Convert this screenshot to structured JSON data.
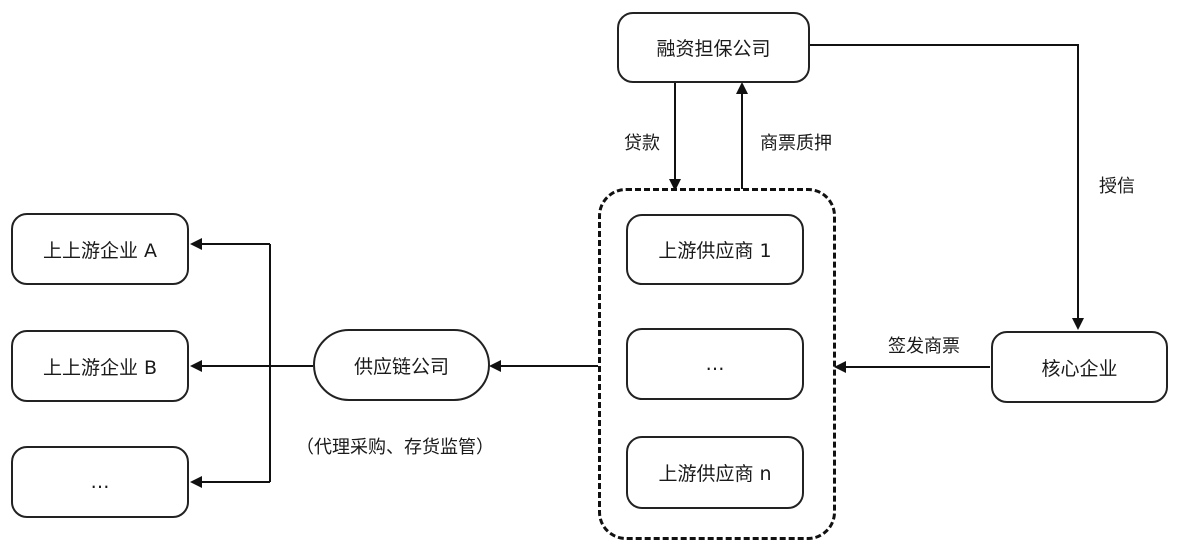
{
  "nodes": {
    "guarantee": "融资担保公司",
    "core": "核心企业",
    "supply_chain": "供应链公司",
    "supplier_1": "上游供应商 1",
    "supplier_mid": "…",
    "supplier_n": "上游供应商 n",
    "upstream_a": "上上游企业 A",
    "upstream_b": "上上游企业 B",
    "upstream_more": "…"
  },
  "labels": {
    "loan": "贷款",
    "bill_pledge": "商票质押",
    "credit_grant": "授信",
    "issue_bill": "签发商票",
    "supply_chain_note": "（代理采购、存货监管）"
  },
  "colors": {
    "line": "#111111",
    "background": "#ffffff"
  }
}
